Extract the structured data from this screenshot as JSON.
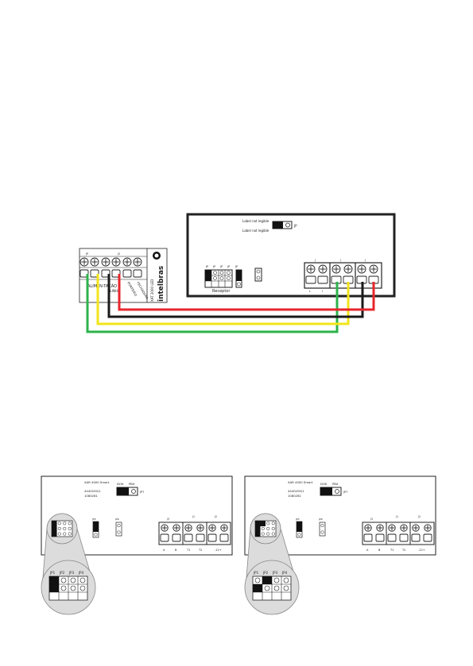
{
  "top_receiver": {
    "model": "Label not legible",
    "lines": [
      "Label not legible"
    ],
    "jumper_label": "JP",
    "jumpers_labels": [
      "JP",
      "JP",
      "JP",
      "JP"
    ],
    "jp5_label": "JP",
    "receptor_label": "Receptor",
    "terminal_groups": [
      "J",
      "J",
      "J"
    ],
    "terminal_bottom": [
      "L",
      "I",
      "",
      "",
      "",
      ""
    ]
  },
  "top_module": {
    "header_labels": [
      "JP",
      "J2"
    ],
    "brand": "intelbras",
    "model_text": "XAT 2000 LED",
    "terminal_labels": [
      "ALIMEN-TAÇÃO",
      "LINHA",
      "PORTEIRO",
      "FECHADURA"
    ],
    "wire_colors": {
      "green": "#2db34a",
      "yellow": "#f2e419",
      "black": "#1a1a1a",
      "red": "#e8262b"
    }
  },
  "panels": [
    {
      "title": "XAR 4000 Smart",
      "line1": "4440200/1",
      "line2": "1080281",
      "dsk_label": "DOK",
      "pbx_label": "PBX",
      "jp7_label": "JP7",
      "jp5_label": "JP5",
      "jp6_label": "JP6",
      "jp_labels": [
        "JP1",
        "JP2",
        "JP3",
        "JP4"
      ],
      "j_labels": [
        "J3",
        "J1",
        "J2"
      ],
      "term_labels": [
        "A",
        "B",
        "T1",
        "T2",
        "-12+"
      ],
      "zoom_labels": [
        "JP1",
        "JP2",
        "JP3",
        "JP4"
      ]
    },
    {
      "title": "XAR 4000 Smart",
      "line1": "4440200/1",
      "line2": "1080281",
      "dsk_label": "DOK",
      "pbx_label": "PBX",
      "jp7_label": "JP7",
      "jp5_label": "JP5",
      "jp6_label": "JP6",
      "jp_labels": [
        "JP1",
        "JP2",
        "JP3",
        "JP4"
      ],
      "j_labels": [
        "J3",
        "J1",
        "J2"
      ],
      "term_labels": [
        "A",
        "B",
        "T1",
        "T2",
        "-12+"
      ],
      "zoom_labels": [
        "JP1",
        "JP2",
        "JP3",
        "JP4"
      ]
    }
  ]
}
